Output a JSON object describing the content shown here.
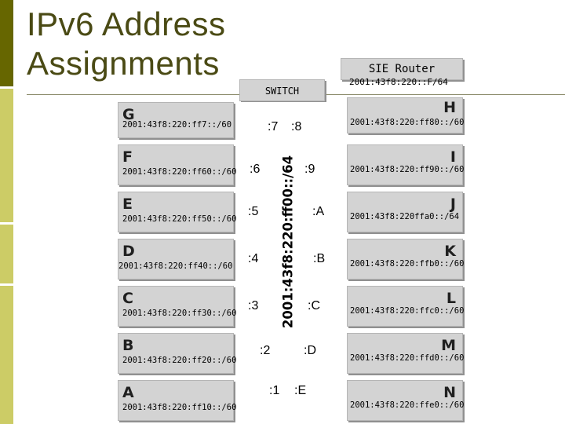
{
  "slide": {
    "title_line1": "IPv6 Address",
    "title_line2": "Assignments"
  },
  "switch": {
    "label": "SWITCH",
    "prefix": "2001:43f8:220:ff00::/64",
    "left_ports": [
      ":7",
      ":6",
      ":5",
      ":4",
      ":3",
      ":2",
      ":1"
    ],
    "right_ports": [
      ":8",
      ":9",
      ":A",
      ":B",
      ":C",
      ":D",
      ":E"
    ]
  },
  "router": {
    "name": "SIE Router",
    "subnet": "2001:43f8:220::F/64"
  },
  "left_boxes": [
    {
      "letter": "G",
      "address": "2001:43f8:220:ff7::/60"
    },
    {
      "letter": "F",
      "address": "2001:43f8:220:ff60::/60"
    },
    {
      "letter": "E",
      "address": "2001:43f8:220:ff50::/60"
    },
    {
      "letter": "D",
      "address": "2001:43f8:220:ff40::/60"
    },
    {
      "letter": "C",
      "address": "2001:43f8:220:ff30::/60"
    },
    {
      "letter": "B",
      "address": "2001:43f8:220:ff20::/60"
    },
    {
      "letter": "A",
      "address": "2001:43f8:220:ff10::/60"
    }
  ],
  "right_boxes": [
    {
      "letter": "H",
      "address": "2001:43f8:220:ff80::/60"
    },
    {
      "letter": "I",
      "address": "2001:43f8:220:ff90::/60"
    },
    {
      "letter": "J",
      "address": "2001:43f8:220ffa0::/64"
    },
    {
      "letter": "K",
      "address": "2001:43f8:220:ffb0::/60"
    },
    {
      "letter": "L",
      "address": "2001:43f8:220:ffc0::/60"
    },
    {
      "letter": "M",
      "address": "2001:43f8:220:ffd0::/60"
    },
    {
      "letter": "N",
      "address": "2001:43f8:220:ffe0::/60"
    }
  ],
  "colors": {
    "sidebar_light": "#cccc66",
    "sidebar_dark": "#666600",
    "box_fill": "#d3d3d3",
    "title_color": "#4a4a14"
  }
}
